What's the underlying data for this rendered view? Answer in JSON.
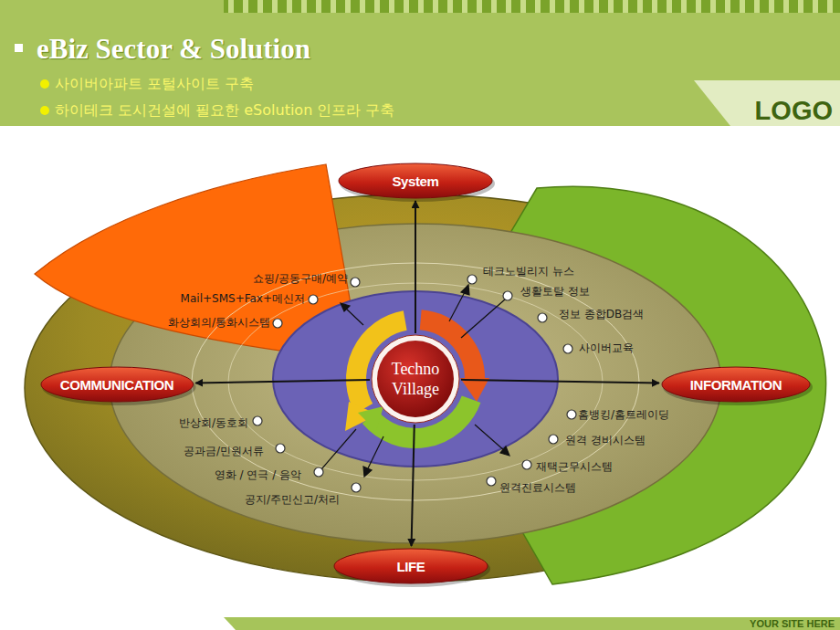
{
  "diagram": {
    "title": "eBiz Sector & Solution",
    "nodes": [
      {
        "text": [
          "System"
        ]
      },
      {
        "text": [
          "COMMUNICATION"
        ]
      },
      {
        "text": [
          "Techno Village"
        ]
      },
      {
        "text": [
          "INFORMATION"
        ]
      },
      {
        "text": [
          "LIFE"
        ]
      }
    ],
    "edges": [
      {
        "from": 2,
        "to": 0,
        "arrow": "to"
      },
      {
        "from": 2,
        "to": 1,
        "arrow": "to"
      },
      {
        "from": 2,
        "to": 3,
        "arrow": "to"
      },
      {
        "from": 2,
        "to": 4,
        "arrow": "to"
      }
    ],
    "labels": [
      "사이버아파트 포털사이트 구축",
      "하이테크 도시건설에 필요한 eSolution  인프라 구축",
      "LOGO",
      "쇼핑/공동구매/예약",
      "Mail+SMS+Fax+메신저",
      "화상회의/통화시스템",
      "테크노빌리지 뉴스",
      "생활토탈 정보",
      "정보 종합DB검색",
      "사이버교육",
      "홈뱅킹/홈트레이딩",
      "원격 경비시스템",
      "재택근무시스템",
      "원격진료시스템",
      "반상회/동호회",
      "공과금/민원서류",
      "영화 / 연극 / 음악",
      "공지/주민신고/처리",
      "YOUR SITE HERE"
    ]
  }
}
